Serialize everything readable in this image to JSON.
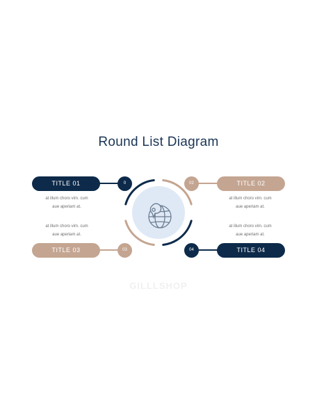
{
  "title": "Round List Diagram",
  "items": [
    {
      "label": "TITLE 01",
      "number": "0",
      "description": [
        "at illum choro vim. cum",
        "aue aperiam at."
      ]
    },
    {
      "label": "TITLE 02",
      "number": "02",
      "description": [
        "at illum choro vim. cum",
        "aue aperiam at."
      ]
    },
    {
      "label": "TITLE 03",
      "number": "03",
      "description": [
        "at illum choro vim. cum",
        "aue aperiam at."
      ]
    },
    {
      "label": "TITLE 04",
      "number": "04",
      "description": [
        "at illum choro vim. cum",
        "aue aperiam at."
      ]
    }
  ],
  "center_icon": "globe-location-icon",
  "watermark": "GILLLSHOP",
  "colors": {
    "dark": "#0d2a4a",
    "tan": "#c4a591",
    "center": "#dfe9f6",
    "text": "#1a3555"
  }
}
